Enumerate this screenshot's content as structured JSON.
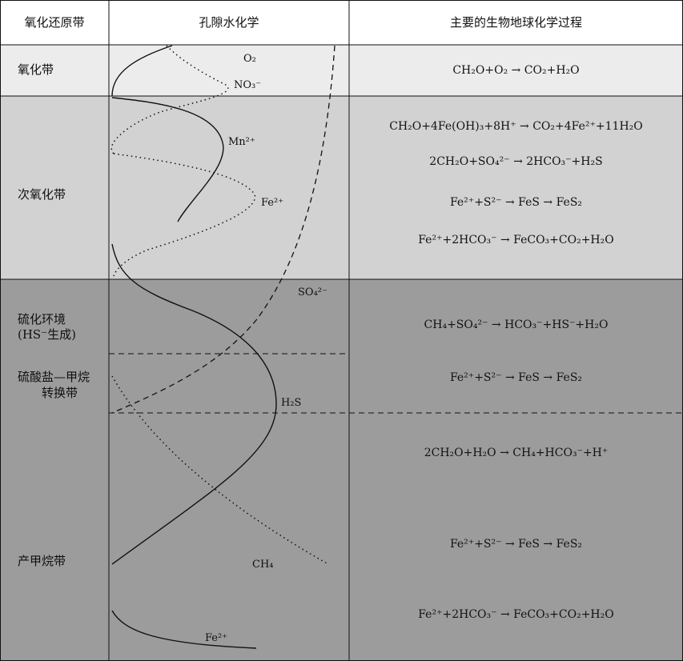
{
  "headers": {
    "zone": "氧化还原带",
    "pore_water": "孔隙水化学",
    "process": "主要的生物地球化学过程"
  },
  "zones": {
    "oxidized": "氧化带",
    "suboxic": "次氧化带",
    "sulfidic_line1": "硫化环境",
    "sulfidic_line2": "(HS⁻生成)",
    "smtz_line1": "硫酸盐—甲烷",
    "smtz_line2": "转换带",
    "methanogenic": "产甲烷带"
  },
  "curve_labels": {
    "o2": "O₂",
    "no3": "NO₃⁻",
    "mn": "Mn²⁺",
    "fe_upper": "Fe²⁺",
    "so4": "SO₄²⁻",
    "h2s": "H₂S",
    "ch4": "CH₄",
    "fe_lower": "Fe²⁺"
  },
  "equations": {
    "oxic_1": "CH₂O+O₂ → CO₂+H₂O",
    "suboxic_1": "CH₂O+4Fe(OH)₃+8H⁺ → CO₂+4Fe²⁺+11H₂O",
    "suboxic_2": "2CH₂O+SO₄²⁻ → 2HCO₃⁻+H₂S",
    "suboxic_3": "Fe²⁺+S²⁻ → FeS → FeS₂",
    "suboxic_4": "Fe²⁺+2HCO₃⁻ → FeCO₃+CO₂+H₂O",
    "sulfidic_1": "CH₄+SO₄²⁻ → HCO₃⁻+HS⁻+H₂O",
    "smtz_1": "Fe²⁺+S²⁻ → FeS → FeS₂",
    "methanogenic_1": "2CH₂O+H₂O → CH₄+HCO₃⁻+H⁺",
    "methanogenic_2": "Fe²⁺+S²⁻ → FeS → FeS₂",
    "methanogenic_3": "Fe²⁺+2HCO₃⁻ → FeCO₃+CO₂+H₂O"
  },
  "colors": {
    "header_bg": "#ffffff",
    "oxidized_bg": "#ececec",
    "suboxic_bg": "#d2d2d2",
    "anoxic_bg": "#9c9c9c",
    "line": "#111111"
  }
}
